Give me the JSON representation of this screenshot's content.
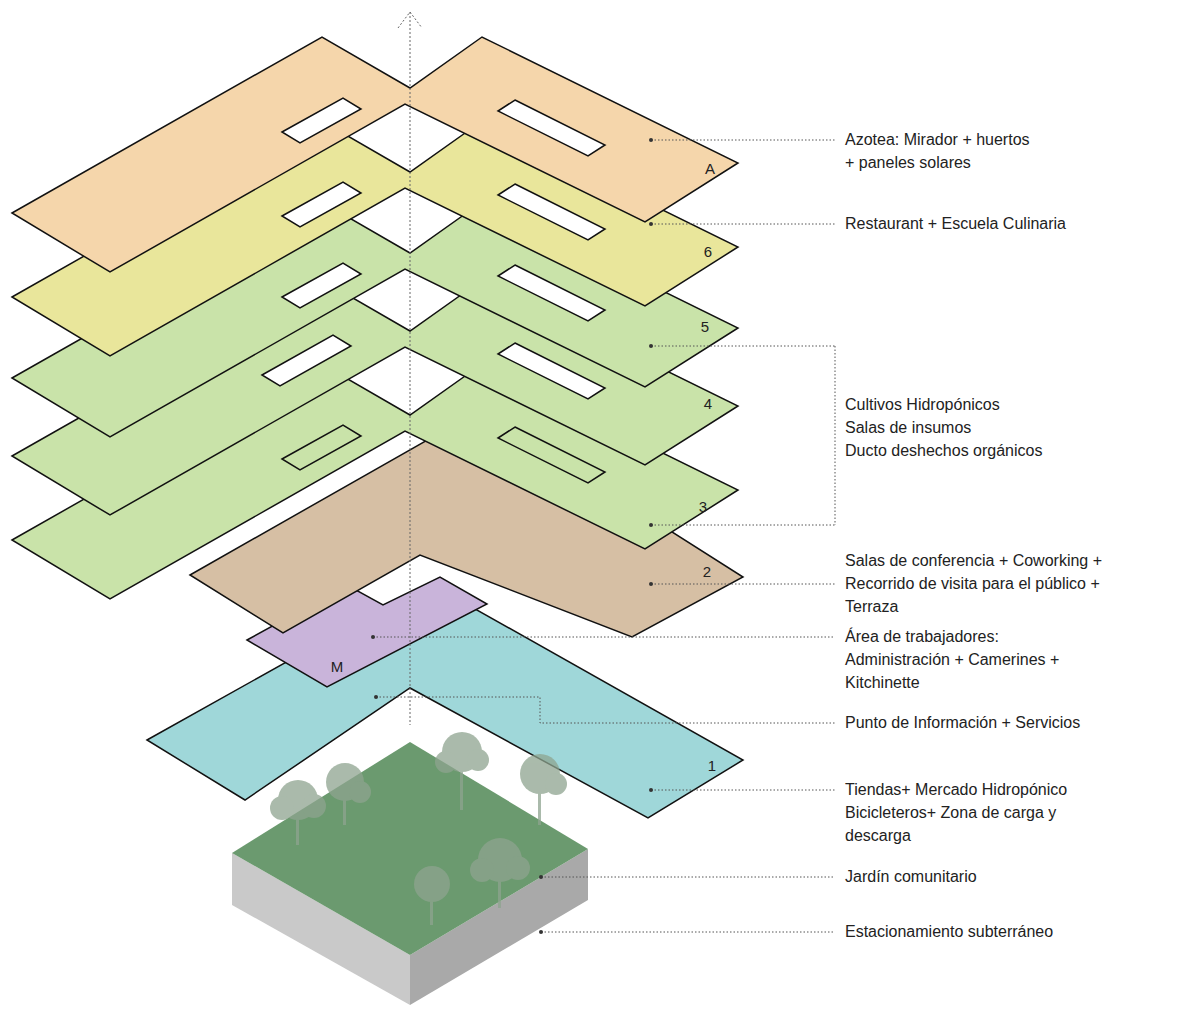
{
  "diagram": {
    "labels": [
      "Azotea: Mirador + huertos + paneles solares",
      "A",
      "Restaurant + Escuela Culinaria",
      "6",
      "5",
      "4",
      "Cultivos Hidropónicos",
      "Salas de insumos",
      "Ducto deshechos orgánicos",
      "3",
      "2",
      "Salas de conferencia + Coworking + Recorrido de visita para el público + Terraza",
      "Área de trabajadores: Administración + Camerines + Kitchinette",
      "M",
      "Punto de Información + Servicios",
      "1",
      "Tiendas+ Mercado Hidropónico Bicicleteros+ Zona de carga y descarga",
      "Jardín comunitario",
      "Estacionamiento subterráneo"
    ]
  }
}
